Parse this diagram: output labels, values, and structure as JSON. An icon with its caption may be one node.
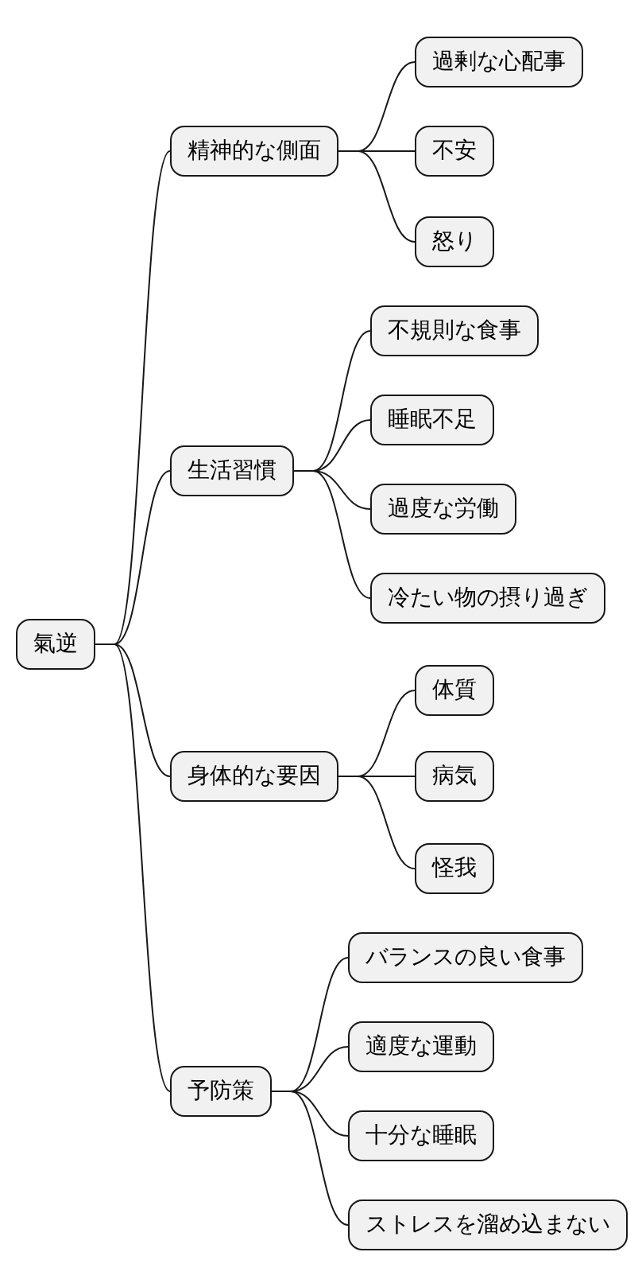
{
  "diagram": {
    "nodes": [
      {
        "text": [
          "氣逆"
        ]
      },
      {
        "text": [
          "精神的な側面"
        ]
      },
      {
        "text": [
          "過剰な心配事"
        ]
      },
      {
        "text": [
          "不安"
        ]
      },
      {
        "text": [
          "怒り"
        ]
      },
      {
        "text": [
          "生活習慣"
        ]
      },
      {
        "text": [
          "不規則な食事"
        ]
      },
      {
        "text": [
          "睡眠不足"
        ]
      },
      {
        "text": [
          "過度な労働"
        ]
      },
      {
        "text": [
          "冷たい物の摂り過ぎ"
        ]
      },
      {
        "text": [
          "身体的な要因"
        ]
      },
      {
        "text": [
          "体質"
        ]
      },
      {
        "text": [
          "病気"
        ]
      },
      {
        "text": [
          "怪我"
        ]
      },
      {
        "text": [
          "予防策"
        ]
      },
      {
        "text": [
          "バランスの良い食事"
        ]
      },
      {
        "text": [
          "適度な運動"
        ]
      },
      {
        "text": [
          "十分な睡眠"
        ]
      },
      {
        "text": [
          "ストレスを溜め込まない"
        ]
      }
    ],
    "edges": [
      {
        "from": 0,
        "to": 1,
        "arrow": "none"
      },
      {
        "from": 1,
        "to": 2,
        "arrow": "none"
      },
      {
        "from": 1,
        "to": 3,
        "arrow": "none"
      },
      {
        "from": 1,
        "to": 4,
        "arrow": "none"
      },
      {
        "from": 0,
        "to": 5,
        "arrow": "none"
      },
      {
        "from": 5,
        "to": 6,
        "arrow": "none"
      },
      {
        "from": 5,
        "to": 7,
        "arrow": "none"
      },
      {
        "from": 5,
        "to": 8,
        "arrow": "none"
      },
      {
        "from": 5,
        "to": 9,
        "arrow": "none"
      },
      {
        "from": 0,
        "to": 10,
        "arrow": "none"
      },
      {
        "from": 10,
        "to": 11,
        "arrow": "none"
      },
      {
        "from": 10,
        "to": 12,
        "arrow": "none"
      },
      {
        "from": 10,
        "to": 13,
        "arrow": "none"
      },
      {
        "from": 0,
        "to": 14,
        "arrow": "none"
      },
      {
        "from": 14,
        "to": 15,
        "arrow": "none"
      },
      {
        "from": 14,
        "to": 16,
        "arrow": "none"
      },
      {
        "from": 14,
        "to": 17,
        "arrow": "none"
      },
      {
        "from": 14,
        "to": 18,
        "arrow": "none"
      }
    ]
  }
}
